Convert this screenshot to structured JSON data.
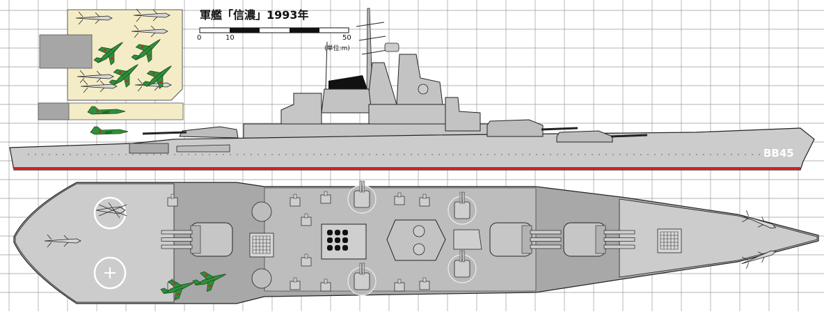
{
  "title": "軍艦「信濃」1993年",
  "scale": {
    "label_0": "0",
    "label_10": "10",
    "label_50": "50",
    "unit": "(単位:m)"
  },
  "hull_number": "BB45",
  "colors": {
    "grid": "#9a9a9a",
    "hull": "#cccccc",
    "deck_dark": "#a8a8a8",
    "boot_topping": "#d42020",
    "panel": "#f3ecc6",
    "aircraft": "#2f8f3a",
    "outline": "#222222"
  }
}
